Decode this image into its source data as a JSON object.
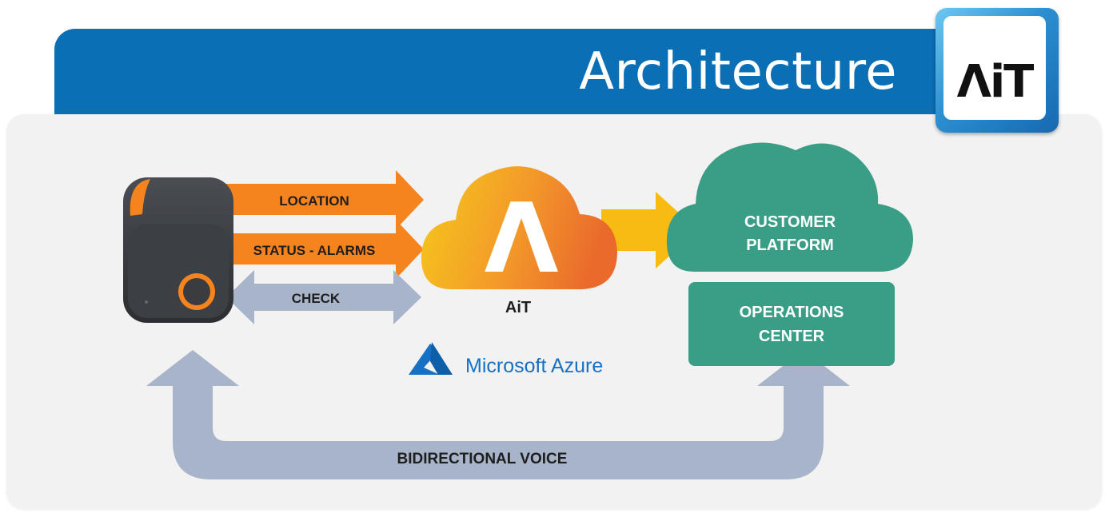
{
  "header": {
    "title": "Architecture"
  },
  "logo": {
    "text": "ΛiT",
    "icon": "ait-logo-icon"
  },
  "arrows": {
    "location": "LOCATION",
    "status": "STATUS - ALARMS",
    "check": "CHECK",
    "voice": "BIDIRECTIONAL VOICE"
  },
  "ait_cloud": {
    "label": "AiT",
    "glyph": "Λ"
  },
  "customer_cloud": {
    "line1": "CUSTOMER",
    "line2": "PLATFORM"
  },
  "operations": {
    "line1": "OPERATIONS",
    "line2": "CENTER"
  },
  "azure": {
    "label": "Microsoft Azure"
  },
  "colors": {
    "header_blue": "#0a6fb5",
    "orange": "#f5841f",
    "grey_arrow": "#a7b4c9",
    "gold_arrow": "#f7bb12",
    "teal": "#3a9e87",
    "azure_blue": "#1671c4"
  }
}
